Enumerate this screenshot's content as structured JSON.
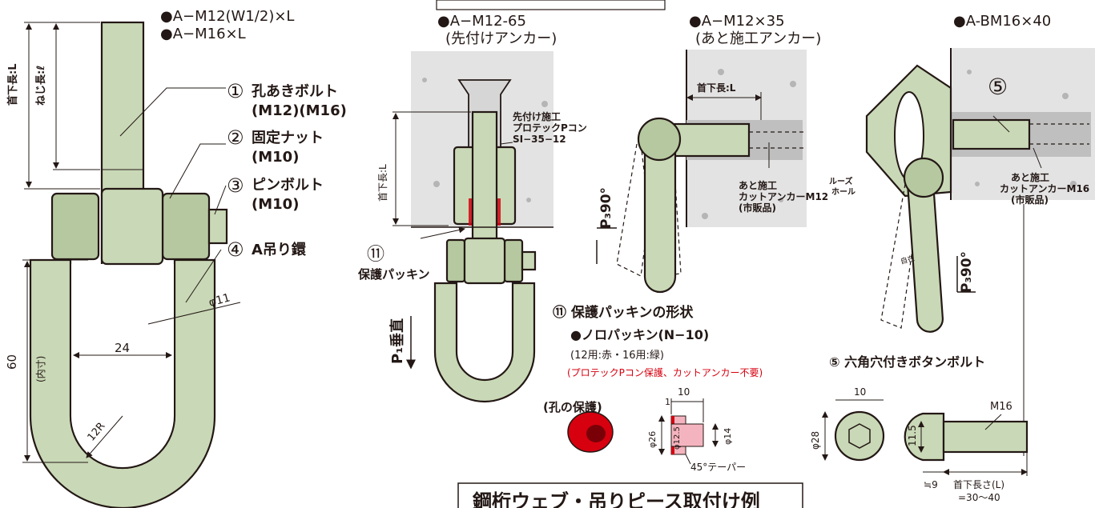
{
  "fig1": {
    "spec1": "●A−M12(W1/2)×L",
    "spec2": "●A−M16×L",
    "dim_neck": "首下長:L",
    "dim_thread": "ねじ長:ℓ",
    "part1_num": "①",
    "part1_name": "孔あきボルト",
    "part1_size": "(M12)(M16)",
    "part2_num": "②",
    "part2_name": "固定ナット",
    "part2_size": "(M10)",
    "part3_num": "③",
    "part3_name": "ピンボルト",
    "part3_size": "(M10)",
    "part4_num": "④",
    "part4_name": "A吊り鐶",
    "dim_phi11": "φ11",
    "dim_24": "24",
    "dim_60": "60",
    "dim_inner": "(内寸)",
    "dim_12r": "12R"
  },
  "fig2": {
    "title1": "●A−M12-65",
    "title2": "(先付けアンカー)",
    "anchor1": "先付け施工",
    "anchor2": "プロテックPコン",
    "anchor3": "SI−35−12",
    "dim_neck": "首下長:L",
    "part11_num": "⑪",
    "part11_name": "保護パッキン",
    "load": "P₁垂直"
  },
  "fig3": {
    "title1": "●A−M12×35",
    "title2": "(あと施工アンカー)",
    "dim_neck": "首下長:L",
    "anchor1": "あと施工",
    "anchor2": "カットアンカーM12",
    "anchor3": "(市販品)",
    "load": "P₃90°"
  },
  "fig4": {
    "title": "●A-BM16×40",
    "part5_num": "⑤",
    "loose1": "ルーズ",
    "loose2": "ホール",
    "free": "自在",
    "anchor1": "あと施工",
    "anchor2": "カットアンカーM16",
    "anchor3": "(市販品)",
    "load": "P₃90°"
  },
  "packing": {
    "heading": "⑪ 保護パッキンの形状",
    "name": "●ノロパッキン(N−10)",
    "colors": "(12用:赤・16用:緑)",
    "note": "(プロテックPコン保護、カットアンカー不要)",
    "hole": "(孔の保護)",
    "d10": "10",
    "d1": "1",
    "d26": "φ26",
    "d125": "φ12.5",
    "d14": "φ14",
    "taper": "45°テーパー"
  },
  "button_bolt": {
    "heading": "⑤ 六角穴付きボタンボルト",
    "d10": "10",
    "d28": "φ28",
    "d115": "11.5",
    "m16": "M16",
    "d9": "≒9",
    "neck1": "首下長さ(L)",
    "neck2": "=30〜40"
  },
  "bottom_title": "鋼桁ウェブ・吊りピース取付け例",
  "colors": {
    "part": "#c9d8b6",
    "wall": "#e3e3e3",
    "red": "#d7000f",
    "pink": "#f4b4bf"
  }
}
